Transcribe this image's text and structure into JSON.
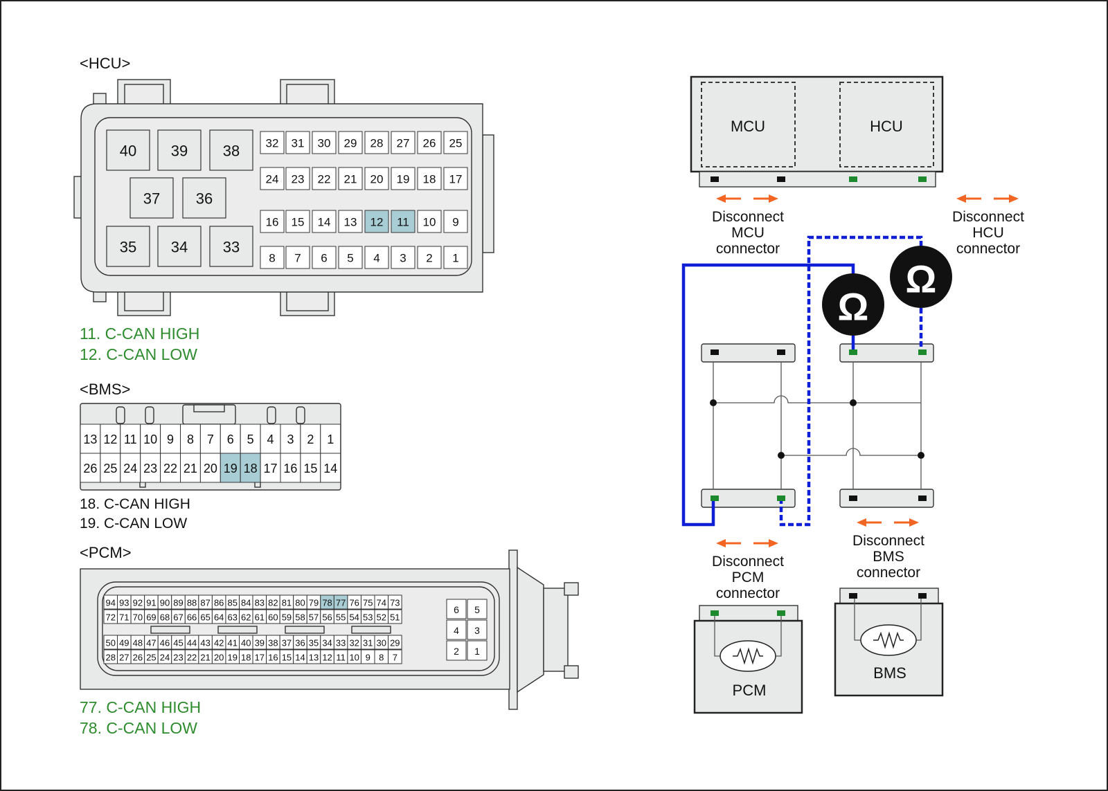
{
  "hcu": {
    "title": "<HCU>",
    "big_pins": [
      "40",
      "39",
      "38",
      "37",
      "36",
      "35",
      "34",
      "33"
    ],
    "rows": [
      [
        "32",
        "31",
        "30",
        "29",
        "28",
        "27",
        "26",
        "25"
      ],
      [
        "24",
        "23",
        "22",
        "21",
        "20",
        "19",
        "18",
        "17"
      ],
      [
        "16",
        "15",
        "14",
        "13",
        "12",
        "11",
        "10",
        "9"
      ],
      [
        "8",
        "7",
        "6",
        "5",
        "4",
        "3",
        "2",
        "1"
      ]
    ],
    "highlighted": [
      "12",
      "11"
    ],
    "legend": [
      "11. C-CAN HIGH",
      "12. C-CAN LOW"
    ]
  },
  "bms": {
    "title": "<BMS>",
    "rows": [
      [
        "13",
        "12",
        "11",
        "10",
        "9",
        "8",
        "7",
        "6",
        "5",
        "4",
        "3",
        "2",
        "1"
      ],
      [
        "26",
        "25",
        "24",
        "23",
        "22",
        "21",
        "20",
        "19",
        "18",
        "17",
        "16",
        "15",
        "14"
      ]
    ],
    "highlighted": [
      "19",
      "18"
    ],
    "legend": [
      "18. C-CAN HIGH",
      "19. C-CAN LOW"
    ]
  },
  "pcm": {
    "title": "<PCM>",
    "rows": [
      [
        "94",
        "93",
        "92",
        "91",
        "90",
        "89",
        "88",
        "87",
        "86",
        "85",
        "84",
        "83",
        "82",
        "81",
        "80",
        "79",
        "78",
        "77",
        "76",
        "75",
        "74",
        "73"
      ],
      [
        "72",
        "71",
        "70",
        "69",
        "68",
        "67",
        "66",
        "65",
        "64",
        "63",
        "62",
        "61",
        "60",
        "59",
        "58",
        "57",
        "56",
        "55",
        "54",
        "53",
        "52",
        "51"
      ],
      [
        "50",
        "49",
        "48",
        "47",
        "46",
        "45",
        "44",
        "43",
        "42",
        "41",
        "40",
        "39",
        "38",
        "37",
        "36",
        "35",
        "34",
        "33",
        "32",
        "31",
        "30",
        "29"
      ],
      [
        "28",
        "27",
        "26",
        "25",
        "24",
        "23",
        "22",
        "21",
        "20",
        "19",
        "18",
        "17",
        "16",
        "15",
        "14",
        "13",
        "12",
        "11",
        "10",
        "9",
        "8",
        "7"
      ]
    ],
    "small_block": [
      [
        "6",
        "5"
      ],
      [
        "4",
        "3"
      ],
      [
        "2",
        "1"
      ]
    ],
    "highlighted": [
      "78",
      "77"
    ],
    "legend": [
      "77. C-CAN HIGH",
      "78. C-CAN LOW"
    ]
  },
  "schematic": {
    "mcu_label": "MCU",
    "hcu_label": "HCU",
    "pcm_label": "PCM",
    "bms_label": "BMS",
    "ohm_symbol": "Ω",
    "disconnect_mcu": [
      "Disconnect",
      "MCU",
      "connector"
    ],
    "disconnect_hcu": [
      "Disconnect",
      "HCU",
      "connector"
    ],
    "disconnect_pcm": [
      "Disconnect",
      "PCM",
      "connector"
    ],
    "disconnect_bms": [
      "Disconnect",
      "BMS",
      "connector"
    ]
  },
  "colors": {
    "highlight": "#a8cdd4",
    "legend_green": "#2e8b2e",
    "wire_blue": "#0f1fd6",
    "arrow_orange": "#f26522",
    "pin_green": "#1e8a2e"
  }
}
